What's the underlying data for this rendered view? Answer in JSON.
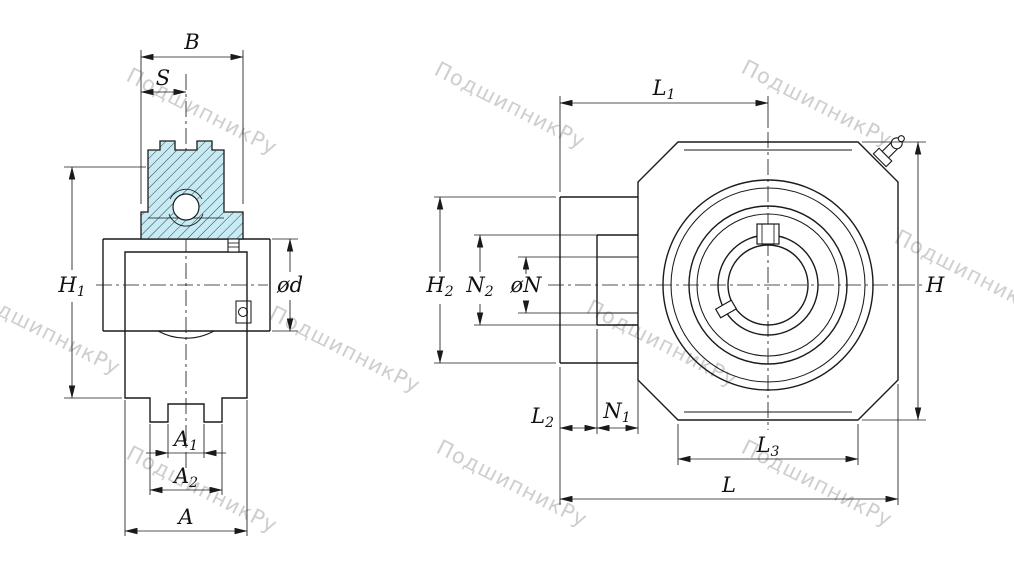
{
  "colors": {
    "background": "#ffffff",
    "line": "#1a1a1a",
    "bearing_fill": "#c6ebf5",
    "watermark": "#c9c9c9"
  },
  "watermark": {
    "text": "ПодшипникРу"
  },
  "side_view": {
    "dims": {
      "b": "B",
      "s": "S",
      "h1_base": "H",
      "h1_sub": "1",
      "od": "ød",
      "a1_base": "A",
      "a1_sub": "1",
      "a2_base": "A",
      "a2_sub": "2",
      "a": "A"
    }
  },
  "front_view": {
    "dims": {
      "l1_base": "L",
      "l1_sub": "1",
      "h2_base": "H",
      "h2_sub": "2",
      "n2_base": "N",
      "n2_sub": "2",
      "on": "øN",
      "h": "H",
      "l2_base": "L",
      "l2_sub": "2",
      "n1_base": "N",
      "n1_sub": "1",
      "l3_base": "L",
      "l3_sub": "3",
      "l": "L"
    }
  }
}
